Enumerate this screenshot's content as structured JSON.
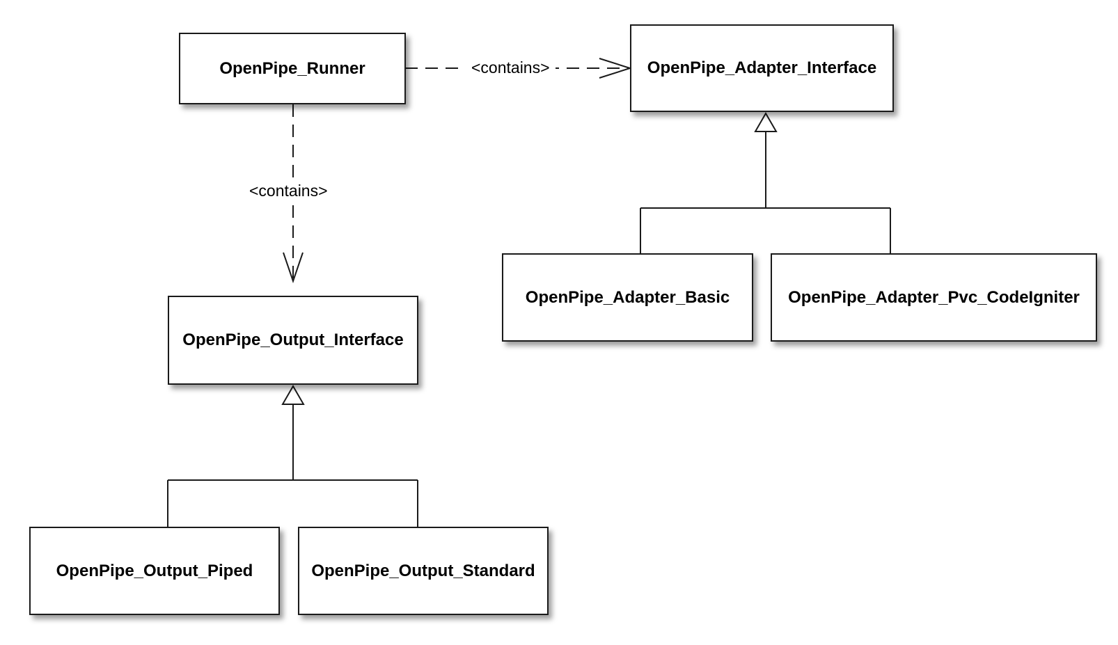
{
  "diagram": {
    "classes": {
      "runner": "OpenPipe_Runner",
      "adapter_interface": "OpenPipe_Adapter_Interface",
      "output_interface": "OpenPipe_Output_Interface",
      "adapter_basic": "OpenPipe_Adapter_Basic",
      "adapter_pvc_codeigniter": "OpenPipe_Adapter_Pvc_CodeIgniter",
      "output_piped": "OpenPipe_Output_Piped",
      "output_standard": "OpenPipe_Output_Standard"
    },
    "relations": {
      "runner_to_adapter_label": "<contains>",
      "runner_to_output_label": "<contains>"
    },
    "colors": {
      "line": "#1a1a1a",
      "box_fill": "#ffffff",
      "shadow": "rgba(0,0,0,0.38)"
    }
  }
}
